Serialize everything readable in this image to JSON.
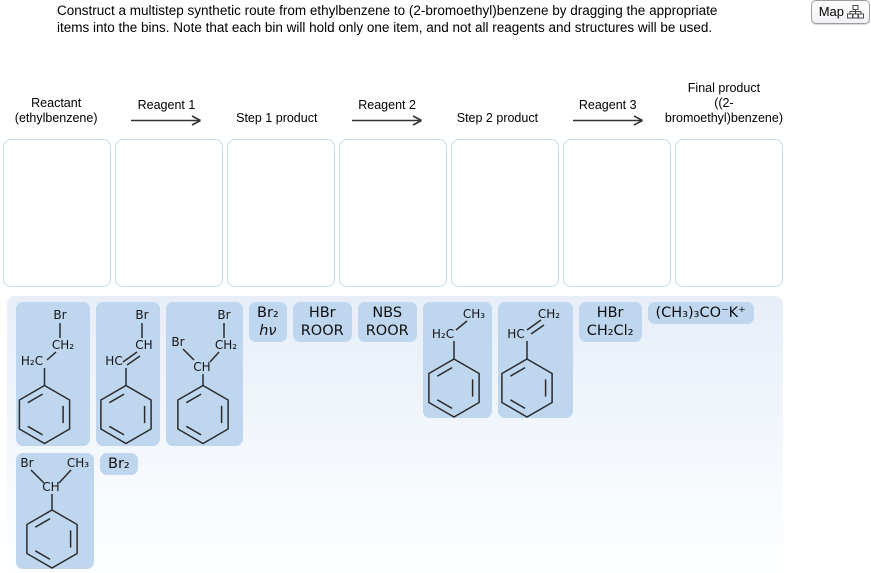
{
  "header": {
    "instructions_line1": "Construct a multistep synthetic route from ethylbenzene to (2-bromoethyl)benzene by dragging the appropriate",
    "instructions_line2": "items into the bins. Note that each bin will hold only one item, and not all reagents and structures will be used.",
    "map_button_label": "Map"
  },
  "colors": {
    "chip_blue": "#bed6ee",
    "tray_background_top": "#e7eef8",
    "bin_border": "#c6dbef",
    "bond_stroke": "#2b2b2b"
  },
  "flow": [
    {
      "type": "text",
      "id": "reactant",
      "lines": [
        "Reactant",
        "(ethylbenzene)"
      ]
    },
    {
      "type": "arrow",
      "id": "reagent-1",
      "label": "Reagent 1"
    },
    {
      "type": "text",
      "id": "step-1-product",
      "lines": [
        "Step 1 product"
      ]
    },
    {
      "type": "arrow",
      "id": "reagent-2",
      "label": "Reagent 2"
    },
    {
      "type": "text",
      "id": "step-2-product",
      "lines": [
        "Step 2 product"
      ]
    },
    {
      "type": "arrow",
      "id": "reagent-3",
      "label": "Reagent 3"
    },
    {
      "type": "text",
      "id": "final-product",
      "lines": [
        "Final product",
        "((2-bromoethyl)benzene)"
      ]
    }
  ],
  "bins": [
    {
      "name": "bin-reactant"
    },
    {
      "name": "bin-reagent-1"
    },
    {
      "name": "bin-step-1-product"
    },
    {
      "name": "bin-reagent-2"
    },
    {
      "name": "bin-step-2-product"
    },
    {
      "name": "bin-reagent-3"
    },
    {
      "name": "bin-final-product"
    }
  ],
  "tray": {
    "rows": [
      [
        {
          "kind": "structure",
          "type": "bromoethyl",
          "name": "structure-2-bromoethyl-benzene",
          "labels": {
            "a": "Br",
            "b": "CH₂",
            "c": "H₂C"
          }
        },
        {
          "kind": "structure",
          "type": "bromovinyl",
          "name": "structure-2-bromovinyl-benzene",
          "labels": {
            "a": "Br",
            "b": "CH",
            "c": "HC"
          }
        },
        {
          "kind": "structure",
          "type": "dibromoethyl",
          "name": "structure-1-2-dibromoethyl-benzene",
          "labels": {
            "a": "Br",
            "b": "CH₂",
            "c": "Br",
            "d": "CH"
          }
        },
        {
          "kind": "reagent",
          "name": "reagent-br2-hv",
          "lines": [
            {
              "text": "Br₂"
            },
            {
              "text": "hν",
              "italic": true
            }
          ]
        },
        {
          "kind": "reagent",
          "name": "reagent-hbr-roor",
          "lines": [
            {
              "text": "HBr"
            },
            {
              "text": "ROOR"
            }
          ]
        },
        {
          "kind": "reagent",
          "name": "reagent-nbs-roor",
          "lines": [
            {
              "text": "NBS"
            },
            {
              "text": "ROOR"
            }
          ]
        },
        {
          "kind": "structure",
          "type": "ethyl",
          "name": "structure-ethylbenzene",
          "labels": {
            "a": "CH₃",
            "b": "H₂C"
          }
        },
        {
          "kind": "structure",
          "type": "vinyl",
          "name": "structure-styrene",
          "labels": {
            "a": "CH₂",
            "b": "HC"
          }
        },
        {
          "kind": "reagent",
          "name": "reagent-hbr-ch2cl2",
          "lines": [
            {
              "text": "HBr"
            },
            {
              "text": "CH₂Cl₂"
            }
          ]
        },
        {
          "kind": "reagent",
          "name": "reagent-potassium-tert-butoxide",
          "lines": [
            {
              "text": "(CH₃)₃CO⁻K⁺"
            }
          ]
        }
      ],
      [
        {
          "kind": "structure",
          "type": "bromoethyl1",
          "name": "structure-1-bromoethyl-benzene",
          "labels": {
            "a": "Br",
            "b": "CH₃",
            "c": "CH"
          }
        },
        {
          "kind": "reagent",
          "name": "reagent-br2",
          "lines": [
            {
              "text": "Br₂"
            }
          ]
        }
      ]
    ]
  }
}
